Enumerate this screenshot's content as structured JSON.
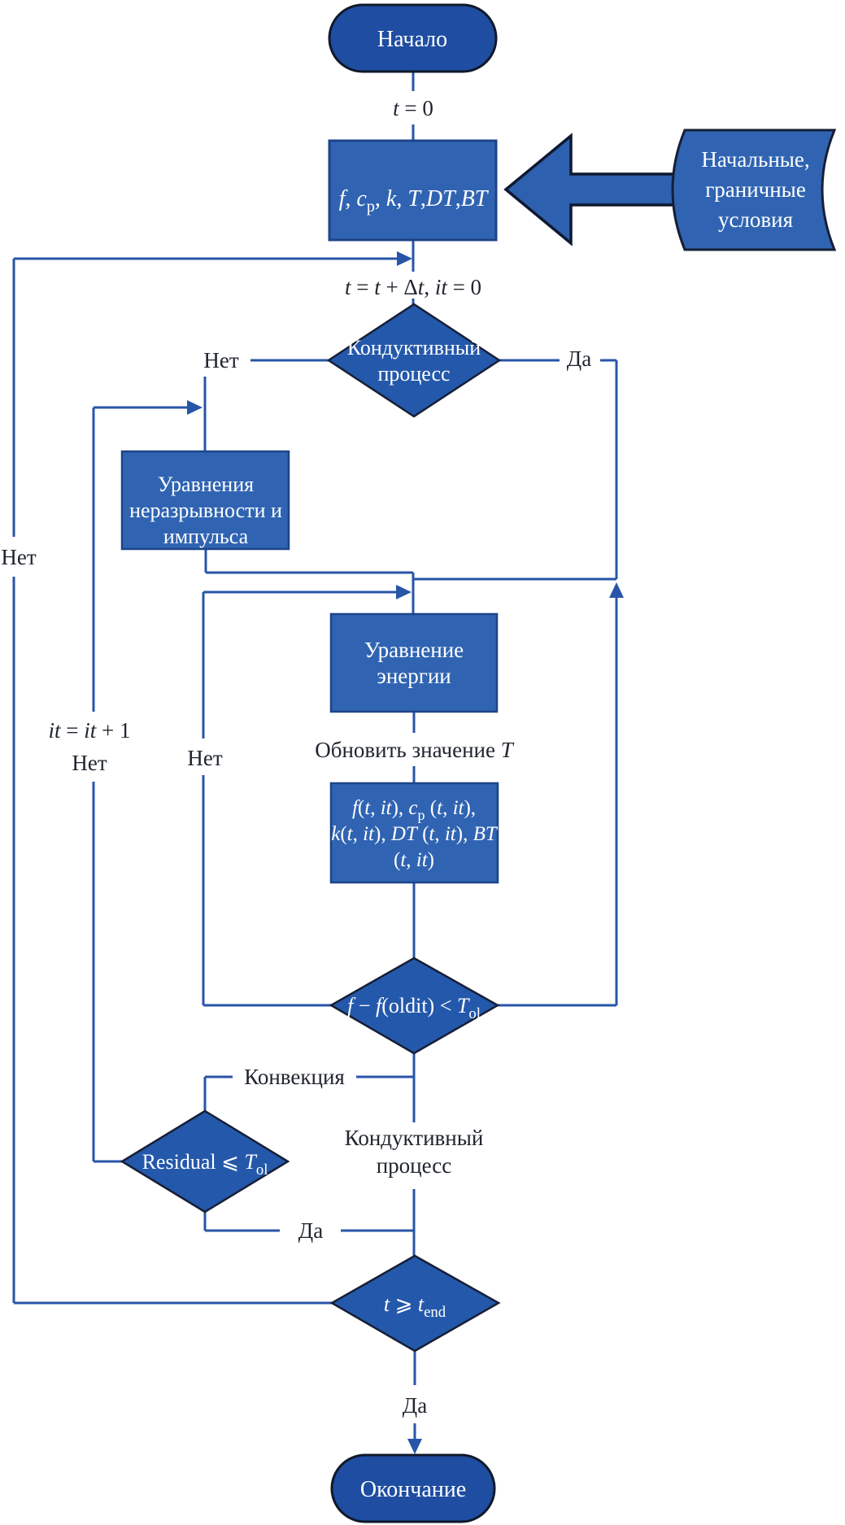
{
  "colors": {
    "line": "#2855a8",
    "label_text": "#20252f",
    "shape_text": "#ffffff",
    "capsule_fill": "#1e4da1",
    "capsule_stroke": "#10192b",
    "rect_fill": "#3064b2",
    "rect_stroke": "#1d4489",
    "diamond_fill": "#2458ab",
    "diamond_stroke": "#161f36",
    "stored_fill": "#3064b2",
    "stored_stroke": "#161f36",
    "block_arrow_fill": "#2d60af",
    "block_arrow_stroke": "#0e1930"
  },
  "nodes": {
    "start": {
      "label": "Начало"
    },
    "finish": {
      "label": "Окончание"
    },
    "init_vars": {
      "rich": [
        {
          "t": "f",
          "i": true
        },
        {
          "t": ", "
        },
        {
          "t": "c",
          "i": true
        },
        {
          "t": "p",
          "sub": true
        },
        {
          "t": ", "
        },
        {
          "t": "k",
          "i": true
        },
        {
          "t": ", "
        },
        {
          "t": "T",
          "i": true
        },
        {
          "t": ","
        },
        {
          "t": "DT",
          "i": true
        },
        {
          "t": ","
        },
        {
          "t": "BT",
          "i": true
        }
      ]
    },
    "boundary": {
      "lines": [
        "Начальные,",
        "граничные",
        "условия"
      ]
    },
    "conductive_decision": {
      "lines": [
        "Кондуктивный",
        "процесс"
      ]
    },
    "momentum": {
      "lines": [
        "Уравнения",
        "неразрывности и",
        "импульса"
      ]
    },
    "energy": {
      "lines": [
        "Уравнение",
        "энергии"
      ]
    },
    "properties": {
      "rich_lines": [
        [
          {
            "t": "f",
            "i": true
          },
          {
            "t": "("
          },
          {
            "t": "t",
            "i": true
          },
          {
            "t": ", "
          },
          {
            "t": "it",
            "i": true
          },
          {
            "t": "), "
          },
          {
            "t": "c",
            "i": true
          },
          {
            "t": "p",
            "sub": true
          },
          {
            "t": " ("
          },
          {
            "t": "t",
            "i": true
          },
          {
            "t": ", "
          },
          {
            "t": "it",
            "i": true
          },
          {
            "t": "),"
          }
        ],
        [
          {
            "t": "k",
            "i": true
          },
          {
            "t": "("
          },
          {
            "t": "t",
            "i": true
          },
          {
            "t": ", "
          },
          {
            "t": "it",
            "i": true
          },
          {
            "t": "), "
          },
          {
            "t": "DT",
            "i": true
          },
          {
            "t": " ("
          },
          {
            "t": "t",
            "i": true
          },
          {
            "t": ", "
          },
          {
            "t": "it",
            "i": true
          },
          {
            "t": "), "
          },
          {
            "t": "BT",
            "i": true
          }
        ],
        [
          {
            "t": "("
          },
          {
            "t": "t",
            "i": true
          },
          {
            "t": ", "
          },
          {
            "t": "it",
            "i": true
          },
          {
            "t": ")"
          }
        ]
      ]
    },
    "f_convergence": {
      "rich": [
        {
          "t": "f",
          "i": true
        },
        {
          "t": " − "
        },
        {
          "t": "f",
          "i": true
        },
        {
          "t": "(oldit) < "
        },
        {
          "t": "T",
          "i": true
        },
        {
          "t": "ol",
          "sub": true
        }
      ]
    },
    "residual": {
      "rich": [
        {
          "t": "Residual ⩽ "
        },
        {
          "t": "T",
          "i": true
        },
        {
          "t": "ol",
          "sub": true
        }
      ]
    },
    "time_end": {
      "rich": [
        {
          "t": "t",
          "i": true
        },
        {
          "t": " ⩾ "
        },
        {
          "t": "t",
          "i": true
        },
        {
          "t": "end",
          "sub": true
        }
      ]
    }
  },
  "edge_labels": {
    "t_zero": {
      "rich": [
        {
          "t": "t",
          "i": true
        },
        {
          "t": " = 0"
        }
      ]
    },
    "time_step": {
      "rich": [
        {
          "t": "t",
          "i": true
        },
        {
          "t": " = "
        },
        {
          "t": "t",
          "i": true
        },
        {
          "t": " + Δ"
        },
        {
          "t": "t",
          "i": true
        },
        {
          "t": ", "
        },
        {
          "t": "it",
          "i": true
        },
        {
          "t": " = 0"
        }
      ]
    },
    "update_T": {
      "rich": [
        {
          "t": "Обновить значение "
        },
        {
          "t": "T",
          "i": true
        }
      ]
    },
    "iteration": {
      "rich": [
        {
          "t": "it",
          "i": true
        },
        {
          "t": " = "
        },
        {
          "t": "it",
          "i": true
        },
        {
          "t": " + 1"
        }
      ]
    },
    "no_first": "Нет",
    "no_far_left": "Нет",
    "no_inner_loop": "Нет",
    "no_outer_loop": "Нет",
    "yes_conductive": "Да",
    "yes_residual": "Да",
    "yes_end": "Да",
    "convection": "Конвекция",
    "conductive_path": {
      "lines": [
        "Кондуктивный",
        "процесс"
      ]
    }
  }
}
